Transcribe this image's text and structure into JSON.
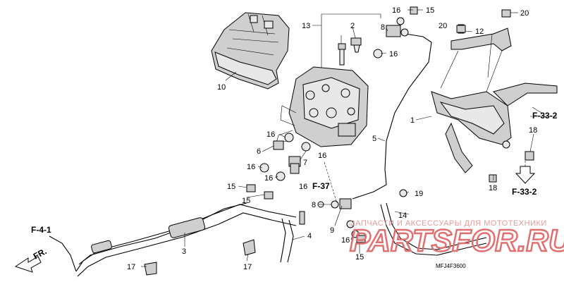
{
  "diagram": {
    "callouts": {
      "c1": "1",
      "c2": "2",
      "c3": "3",
      "c4": "4",
      "c5": "5",
      "c6": "6",
      "c7": "7",
      "c8a": "8",
      "c8b": "8",
      "c9": "9",
      "c10": "10",
      "c12": "12",
      "c13": "13",
      "c14": "14",
      "c15a": "15",
      "c15b": "15",
      "c15c": "15",
      "c15d": "15",
      "c16a": "16",
      "c16b": "16",
      "c16c": "16",
      "c16d": "16",
      "c16e": "16",
      "c16f": "16",
      "c16g": "16",
      "c16h": "16",
      "c17a": "17",
      "c17b": "17",
      "c18a": "18",
      "c18b": "18",
      "c19": "19",
      "c20a": "20",
      "c20b": "20"
    },
    "references": {
      "f41": "F-4-1",
      "f37": "F-37",
      "f332a": "F-33-2",
      "f332b": "F-33-2",
      "fr": "FR."
    },
    "drawing_code": "MFJ4F3600",
    "watermark": {
      "text": "ЗАПЧАСТИ И АКСЕССУАРЫ ДЛЯ МОТОТЕХНИКИ",
      "logo": "PARTSFOR.RU"
    }
  }
}
